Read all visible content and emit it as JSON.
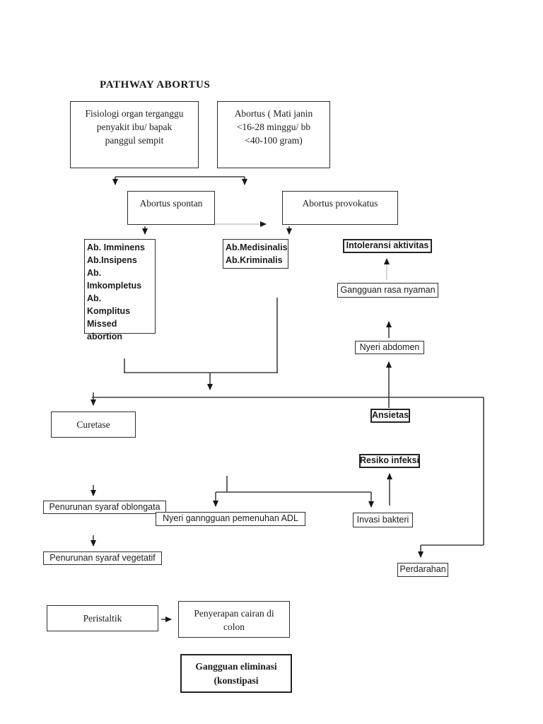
{
  "title": "PATHWAY ABORTUS",
  "boxes": {
    "fisiologi": "Fisiologi organ terganggu\npenyakit ibu/ bapak\npanggul sempit",
    "abortus_def": "Abortus ( Mati janin\n<16-28 minggu/ bb\n<40-100 gram)",
    "abortus_spontan": "Abortus spontan",
    "abortus_provokatus": "Abortus provokatus",
    "ab_spontan_types": "Ab. Imminens\nAb.Insipens\nAb.\nImkompletus\nAb.\nKomplitus\nMissed abortion",
    "ab_provokatus_types": "Ab.Medisinalis\nAb.Kriminalis",
    "intoleransi_aktivitas": "Intoleransi aktivitas",
    "gangguan_rasa_nyaman": "Gangguan rasa nyaman",
    "nyeri_abdomen": "Nyeri abdomen",
    "ansietas": "Ansietas",
    "curetase": "Curetase",
    "resiko_infeksi": "Resiko infeksi",
    "penurunan_syaraf_oblongata": "Penurunan syaraf oblongata",
    "nyeri_gangguan_adl": "Nyeri ganngguan pemenuhan ADL",
    "invasi_bakteri": "Invasi bakteri",
    "penurunan_syaraf_vegetatif": "Penurunan syaraf vegetatif",
    "perdarahan": "Perdarahan",
    "peristaltik": "Peristaltik",
    "penyerapan_cairan": "Penyerapan cairan di\ncolon",
    "gangguan_eliminasi": "Gangguan eliminasi\n(konstipasi"
  },
  "colors": {
    "ink": "#1b1b1b",
    "box_border": "#2e2e2e",
    "wire": "#3f3f3f",
    "faint_wire": "#c6c6c6",
    "background": "#ffffff"
  }
}
